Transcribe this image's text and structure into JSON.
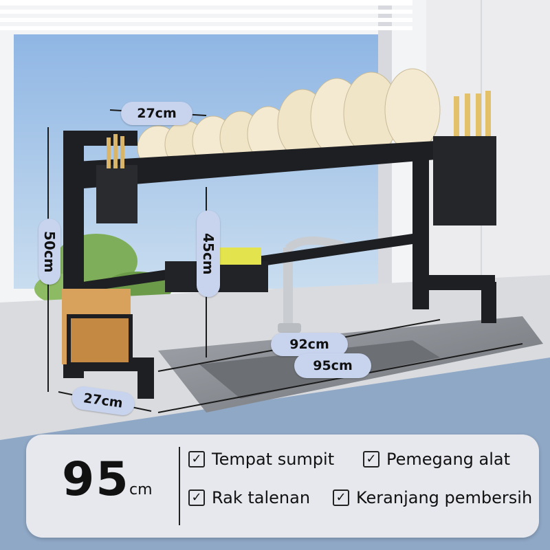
{
  "dimensions": {
    "top_width": "27cm",
    "height": "50cm",
    "middle_height": "45cm",
    "inner_width": "92cm",
    "outer_width": "95cm",
    "base_depth": "27cm"
  },
  "panel": {
    "size_number": "95",
    "size_unit": "cm",
    "features": [
      {
        "label": "Tempat sumpit",
        "icon": "checkbox-icon"
      },
      {
        "label": "Pemegang alat",
        "icon": "checkbox-icon"
      },
      {
        "label": "Rak talenan",
        "icon": "checkbox-icon"
      },
      {
        "label": "Keranjang pembersih",
        "icon": "checkbox-icon"
      }
    ]
  },
  "colors": {
    "rack": "#1e1f22",
    "label_pill": "#c8d3ee",
    "window": "#a9c7e8",
    "wall": "#e9ebee",
    "countertop": "#d8dade",
    "sink": "#8c9096"
  }
}
